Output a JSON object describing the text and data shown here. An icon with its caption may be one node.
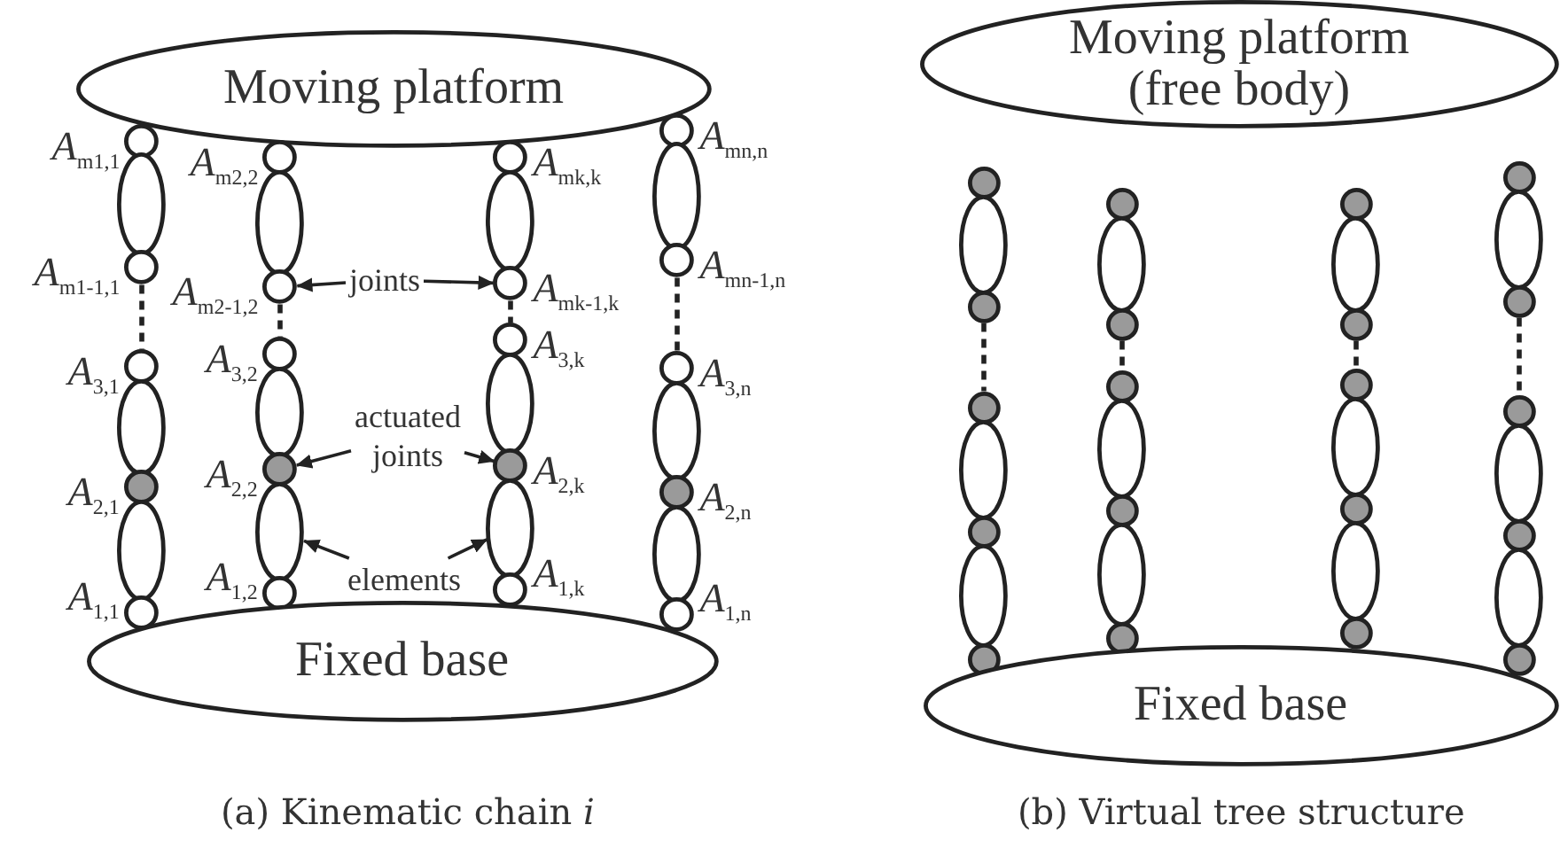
{
  "diagram": {
    "nodes": [
      {
        "text": [
          "Moving platform"
        ]
      },
      {
        "text": [],
        "shape": "circle",
        "beside": [
          "*A*$_{m1,1}$"
        ]
      },
      {
        "text": [],
        "shape": "ellipse"
      },
      {
        "text": [],
        "shape": "circle",
        "beside": [
          "*A*$_{m1-1,1}$"
        ]
      },
      {
        "text": [],
        "shape": "circle",
        "beside": [
          "*A*$_{3,1}$"
        ]
      },
      {
        "text": [],
        "shape": "ellipse"
      },
      {
        "text": [],
        "shape": "circle",
        "beside": [
          "*A*$_{2,1}$"
        ]
      },
      {
        "text": [],
        "shape": "ellipse"
      },
      {
        "text": [],
        "shape": "circle",
        "beside": [
          "*A*$_{1,1}$"
        ]
      },
      {
        "text": [],
        "shape": "circle",
        "beside": [
          "*A*$_{m2,2}$"
        ]
      },
      {
        "text": [],
        "shape": "ellipse"
      },
      {
        "text": [],
        "shape": "circle",
        "beside": [
          "*A*$_{m2-1,2}$"
        ]
      },
      {
        "text": [],
        "shape": "circle",
        "beside": [
          "*A*$_{3,2}$"
        ]
      },
      {
        "text": [],
        "shape": "ellipse"
      },
      {
        "text": [],
        "shape": "circle",
        "beside": [
          "*A*$_{2,2}$"
        ]
      },
      {
        "text": [],
        "shape": "ellipse"
      },
      {
        "text": [],
        "shape": "circle",
        "beside": [
          "*A*$_{1,2}$"
        ]
      },
      {
        "text": [
          "joints"
        ]
      },
      {
        "text": [
          "actuated joints"
        ]
      },
      {
        "text": [
          "elements"
        ]
      },
      {
        "text": [],
        "shape": "circle",
        "beside": [
          "*A*$_{mk,k}$"
        ]
      },
      {
        "text": [],
        "shape": "ellipse"
      },
      {
        "text": [],
        "shape": "circle",
        "beside": [
          "*A*$_{mk-1,k}$"
        ]
      },
      {
        "text": [],
        "shape": "circle",
        "beside": [
          "*A*$_{3,k}$"
        ]
      },
      {
        "text": [],
        "shape": "ellipse"
      },
      {
        "text": [],
        "shape": "circle",
        "beside": [
          "*A*$_{2,k}$"
        ]
      },
      {
        "text": [],
        "shape": "ellipse"
      },
      {
        "text": [],
        "shape": "circle",
        "beside": [
          "*A*$_{1,k}$"
        ]
      },
      {
        "text": [],
        "shape": "circle",
        "beside": [
          "*A*$_{mn,n}$"
        ]
      },
      {
        "text": [],
        "shape": "ellipse"
      },
      {
        "text": [],
        "shape": "circle",
        "beside": [
          "*A*$_{mn-1,n}$"
        ]
      },
      {
        "text": [],
        "shape": "circle",
        "beside": [
          "*A*$_{3,n}$"
        ]
      },
      {
        "text": [],
        "shape": "ellipse"
      },
      {
        "text": [],
        "shape": "circle",
        "beside": [
          "*A*$_{2,n}$"
        ]
      },
      {
        "text": [],
        "shape": "ellipse"
      },
      {
        "text": [],
        "shape": "circle",
        "beside": [
          "*A*$_{1,n}$"
        ]
      },
      {
        "text": [
          "Fixed base"
        ]
      },
      {
        "text": [
          "Moving platform (free body)"
        ]
      },
      {
        "text": [],
        "shape": "circle"
      },
      {
        "text": [],
        "shape": "ellipse"
      },
      {
        "text": [],
        "shape": "circle"
      },
      {
        "text": [],
        "shape": "circle"
      },
      {
        "text": [],
        "shape": "ellipse"
      },
      {
        "text": [],
        "shape": "circle"
      },
      {
        "text": [],
        "shape": "ellipse"
      },
      {
        "text": [],
        "shape": "circle"
      },
      {
        "text": [],
        "shape": "circle"
      },
      {
        "text": [],
        "shape": "ellipse"
      },
      {
        "text": [],
        "shape": "circle"
      },
      {
        "text": [],
        "shape": "circle"
      },
      {
        "text": [],
        "shape": "ellipse"
      },
      {
        "text": [],
        "shape": "circle"
      },
      {
        "text": [],
        "shape": "ellipse"
      },
      {
        "text": [],
        "shape": "circle"
      },
      {
        "text": [],
        "shape": "circle"
      },
      {
        "text": [],
        "shape": "ellipse"
      },
      {
        "text": [],
        "shape": "circle"
      },
      {
        "text": [],
        "shape": "circle"
      },
      {
        "text": [],
        "shape": "ellipse"
      },
      {
        "text": [],
        "shape": "circle"
      },
      {
        "text": [],
        "shape": "ellipse"
      },
      {
        "text": [],
        "shape": "circle"
      },
      {
        "text": [],
        "shape": "circle"
      },
      {
        "text": [],
        "shape": "ellipse"
      },
      {
        "text": [],
        "shape": "circle"
      },
      {
        "text": [],
        "shape": "circle"
      },
      {
        "text": [],
        "shape": "ellipse"
      },
      {
        "text": [],
        "shape": "circle"
      },
      {
        "text": [],
        "shape": "ellipse"
      },
      {
        "text": [],
        "shape": "circle"
      },
      {
        "text": [
          "Fixed base"
        ]
      }
    ],
    "edges": [
      {
        "from": 3,
        "to": 4,
        "arrow": "none",
        "style": "dashed"
      },
      {
        "from": 11,
        "to": 12,
        "arrow": "none",
        "style": "dashed"
      },
      {
        "from": 22,
        "to": 23,
        "arrow": "none",
        "style": "dashed"
      },
      {
        "from": 30,
        "to": 31,
        "arrow": "none",
        "style": "dashed"
      },
      {
        "from": 17,
        "to": 11,
        "arrow": "to"
      },
      {
        "from": 17,
        "to": 22,
        "arrow": "to"
      },
      {
        "from": 18,
        "to": 14,
        "arrow": "to"
      },
      {
        "from": 18,
        "to": 25,
        "arrow": "to"
      },
      {
        "from": 19,
        "to": 15,
        "arrow": "to"
      },
      {
        "from": 19,
        "to": 26,
        "arrow": "to"
      },
      {
        "from": 40,
        "to": 41,
        "arrow": "none",
        "style": "dashed"
      },
      {
        "from": 48,
        "to": 49,
        "arrow": "none",
        "style": "dashed"
      },
      {
        "from": 56,
        "to": 57,
        "arrow": "none",
        "style": "dashed"
      },
      {
        "from": 64,
        "to": 65,
        "arrow": "none",
        "style": "dashed"
      }
    ],
    "labels": [
      "(a) Kinematic chain *i*",
      "(b) Virtual tree structure"
    ]
  }
}
